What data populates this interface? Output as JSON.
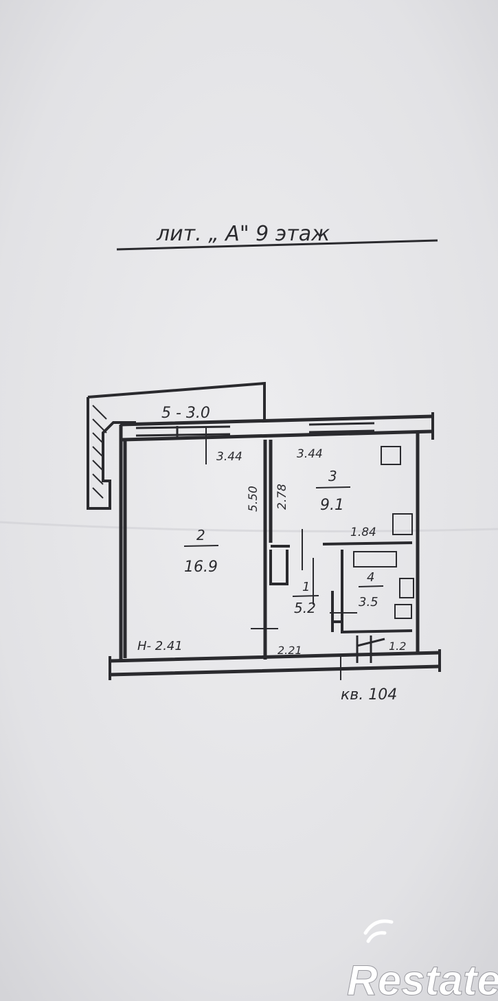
{
  "header": {
    "title_text": "лит. „ А\" 9 этаж"
  },
  "plan": {
    "balcony_label": "5 - 3.0",
    "rooms": [
      {
        "number": "1",
        "area": "5.2"
      },
      {
        "number": "2",
        "area": "16.9"
      },
      {
        "number": "3",
        "area": "9.1"
      },
      {
        "number": "4",
        "area": "3.5"
      }
    ],
    "dimensions": {
      "top_left": "3.44",
      "top_right": "3.44",
      "vertical_a": "5.50",
      "vertical_b": "2.78",
      "kitchen_width": "1.84",
      "height_label": "H- 2.41",
      "bottom_mid": "2.21",
      "bottom_right": "1.2"
    },
    "apartment_label": "кв. 104"
  },
  "watermark": {
    "text": "Restate"
  }
}
